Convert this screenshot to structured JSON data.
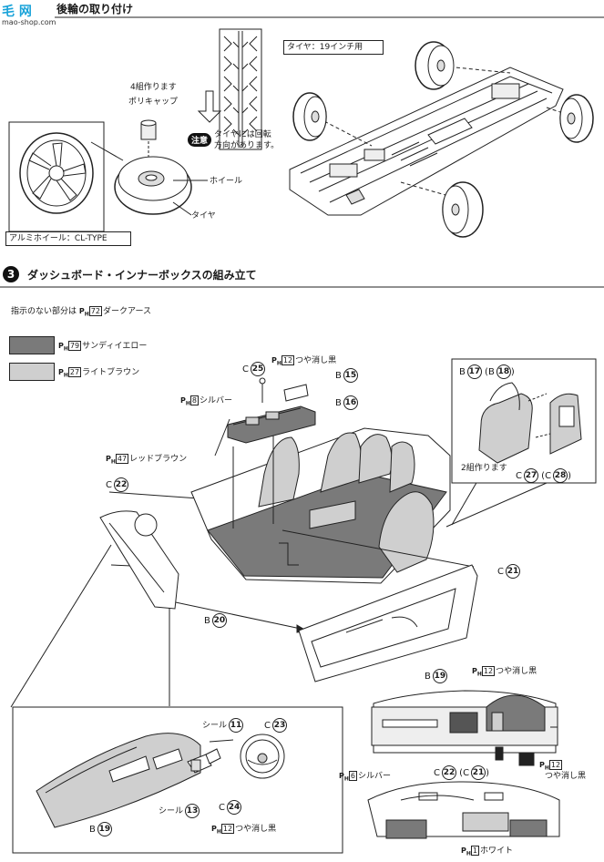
{
  "watermark": {
    "site_text": "mao-shop.com",
    "logo_glyphs": "毛 网"
  },
  "step2": {
    "title": "後輪の取り付け",
    "tire_label": "タイヤ：19インチ用",
    "wheel_box_label": "アルミホイール：CL-TYPE",
    "polycap_count": "4組作ります",
    "polycap": "ポリキャップ",
    "wheel": "ホイール",
    "tire": "タイヤ",
    "caution_badge": "注意",
    "caution_line1": "タイヤには回転",
    "caution_line2": "方向があります。"
  },
  "step3": {
    "number": "3",
    "title": "ダッシュボード・インナーボックスの組み立て",
    "default_note_prefix": "指示のない部分は",
    "default_note_num": "72",
    "default_note_color": "ダークアース",
    "legend": [
      {
        "num": "79",
        "name": "サンディイエロー",
        "color": "#7a7a7a"
      },
      {
        "num": "27",
        "name": "ライトブラウン",
        "color": "#cfcfcf"
      }
    ],
    "ph": "P",
    "labels": {
      "c25": "C",
      "c25_num": "25",
      "matte_black_top": "つや消し黒",
      "matte_num": "12",
      "b15": "B",
      "b15_num": "15",
      "silver": "シルバー",
      "silver_num": "8",
      "b16": "B",
      "b16_num": "16",
      "red_brown": "レッドブラウン",
      "red_brown_num": "47",
      "c22": "C",
      "c22_num": "22",
      "c21": "C",
      "c21_num": "21",
      "b20": "B",
      "b20_num": "20",
      "seat_b17": "B",
      "seat_b17_num": "17",
      "seat_b18_num": "18",
      "seat_two_sets": "2組作ります",
      "seat_c27": "C",
      "seat_c27_num": "27",
      "seat_c28_num": "28",
      "seal11": "シール",
      "seal11_num": "11",
      "c23": "C",
      "c23_num": "23",
      "seal13": "シール",
      "seal13_num": "13",
      "c24": "C",
      "c24_num": "24",
      "b19_left": "B",
      "b19_num": "19",
      "matte_bottom": "つや消し黒",
      "b19_right": "B",
      "matte_right1": "つや消し黒",
      "matte_right2": "つや消し黒",
      "silver_right": "シルバー",
      "silver_right_num": "6",
      "c22_right": "C",
      "c21_right": "C",
      "white": "ホワイト",
      "white_num": "1"
    }
  }
}
